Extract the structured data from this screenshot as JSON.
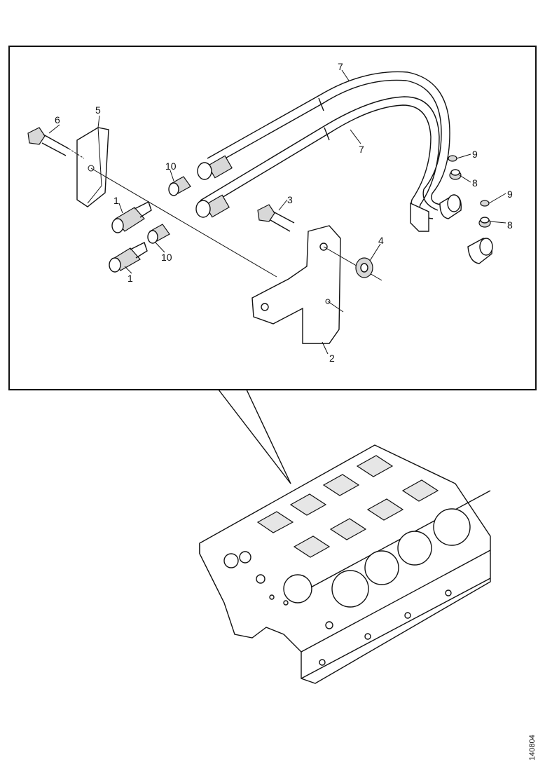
{
  "callouts": {
    "c1a": "1",
    "c1b": "1",
    "c2": "2",
    "c3": "3",
    "c4": "4",
    "c5": "5",
    "c6": "6",
    "c7a": "7",
    "c7b": "7",
    "c8a": "8",
    "c8b": "8",
    "c9a": "9",
    "c9b": "9",
    "c10a": "10",
    "c10b": "10"
  },
  "drawing_reference": "140804"
}
